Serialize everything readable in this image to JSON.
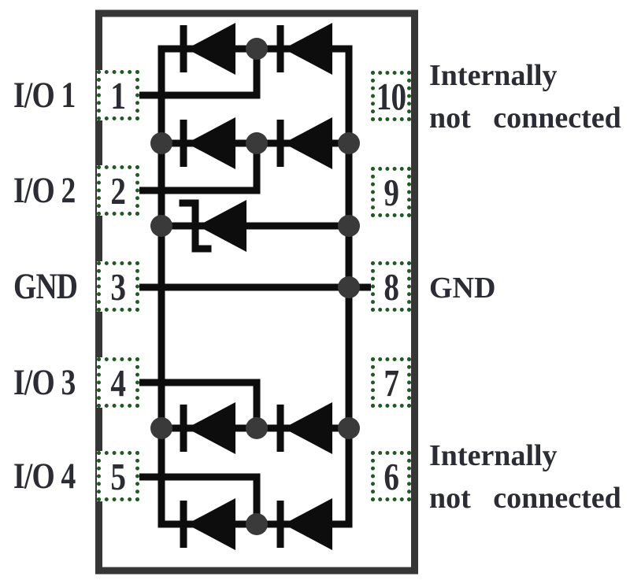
{
  "figure": {
    "type": "ic-pinout-schematic",
    "pin_count": 10
  },
  "pins": {
    "left": [
      {
        "number": "1",
        "label": "I/O 1"
      },
      {
        "number": "2",
        "label": "I/O 2"
      },
      {
        "number": "3",
        "label": "GND"
      },
      {
        "number": "4",
        "label": "I/O 3"
      },
      {
        "number": "5",
        "label": "I/O 4"
      }
    ],
    "right": [
      {
        "number": "10"
      },
      {
        "number": "9"
      },
      {
        "number": "8",
        "label": "GND"
      },
      {
        "number": "7"
      },
      {
        "number": "6"
      }
    ]
  },
  "annotations": {
    "nc_top": [
      "Internally",
      "not   connected"
    ],
    "nc_bottom": [
      "Internally",
      "not   connected"
    ]
  },
  "colors": {
    "background": "#ffffff",
    "line": "#0d0d0d",
    "junction": "#3a3a3a",
    "package_border": "#363636",
    "pin_box_green": "#1e5a22",
    "text": "#2b2c34"
  }
}
